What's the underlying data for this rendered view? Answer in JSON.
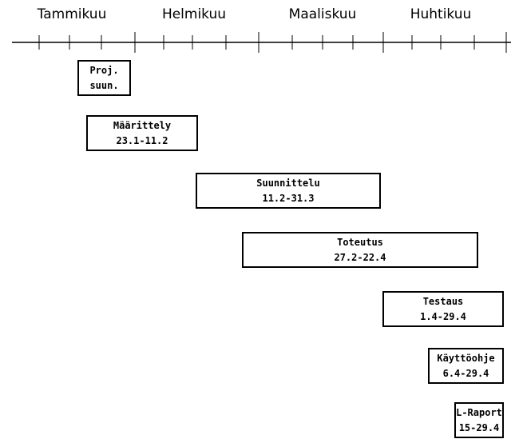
{
  "colors": {
    "line": "#000000",
    "background": "#ffffff"
  },
  "months": [
    "Tammikuu",
    "Helmikuu",
    "Maaliskuu",
    "Huhtikuu"
  ],
  "tasks": [
    {
      "name": "Proj.",
      "dates": "suun."
    },
    {
      "name": "Määrittely",
      "dates": "23.1-11.2"
    },
    {
      "name": "Suunnittelu",
      "dates": "11.2-31.3"
    },
    {
      "name": "Toteutus",
      "dates": "27.2-22.4"
    },
    {
      "name": "Testaus",
      "dates": "1.4-29.4"
    },
    {
      "name": "Käyttöohje",
      "dates": "6.4-29.4"
    },
    {
      "name": "L-Raport",
      "dates": "15-29.4"
    }
  ]
}
